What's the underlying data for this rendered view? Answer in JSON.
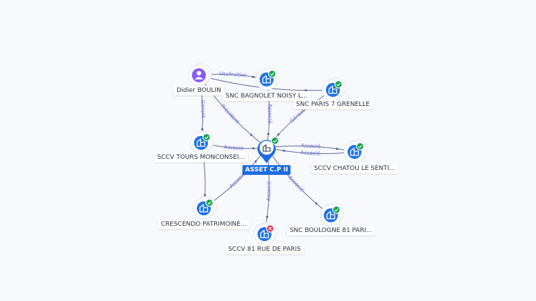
{
  "nodes": [
    {
      "id": "center",
      "label": "ASSET C.P II",
      "kind": "company",
      "center": true,
      "status": "ok"
    },
    {
      "id": "didier",
      "label": "Didier BOULIN",
      "kind": "person"
    },
    {
      "id": "bagnolet",
      "label": "SNC BAGNOLET NOISY L...",
      "kind": "company",
      "status": "ok"
    },
    {
      "id": "paris7",
      "label": "SNC PARIS 7 GRENELLE",
      "kind": "company",
      "status": "ok"
    },
    {
      "id": "tours",
      "label": "SCCV TOURS MONCONSEI...",
      "kind": "company",
      "status": "ok"
    },
    {
      "id": "chatou",
      "label": "SCCV CHATOU LE SENTI...",
      "kind": "company",
      "status": "ok"
    },
    {
      "id": "crescendo",
      "label": "CRESCENDO PATRIMOINE...",
      "kind": "company",
      "status": "ok"
    },
    {
      "id": "boulogne",
      "label": "SNC BOULOGNE 81 PARI...",
      "kind": "company",
      "status": "ok"
    },
    {
      "id": "rue81",
      "label": "SCCV 81 RUE DE PARIS",
      "kind": "company",
      "status": "ko"
    }
  ],
  "edges": [
    {
      "from": "didier",
      "to": "bagnolet",
      "label": "Usufruitier"
    },
    {
      "from": "didier",
      "to": "paris7",
      "label": ""
    },
    {
      "from": "didier",
      "to": "tours",
      "label": "Gérant"
    },
    {
      "from": "didier",
      "to": "center",
      "label": "Président"
    },
    {
      "from": "bagnolet",
      "to": "center",
      "label": "Associé"
    },
    {
      "from": "paris7",
      "to": "center",
      "label": "Gérant"
    },
    {
      "from": "chatou",
      "to": "center",
      "label": "Associé"
    },
    {
      "from": "tours",
      "to": "center",
      "label": "Associé"
    },
    {
      "from": "center",
      "to": "chatou",
      "label": "Associé"
    },
    {
      "from": "crescendo",
      "to": "center",
      "label": "Associé"
    },
    {
      "from": "center",
      "to": "rue81",
      "label": "Associé"
    },
    {
      "from": "center",
      "to": "boulogne",
      "label": "Associé"
    },
    {
      "from": "tours",
      "to": "crescendo",
      "label": ""
    }
  ]
}
